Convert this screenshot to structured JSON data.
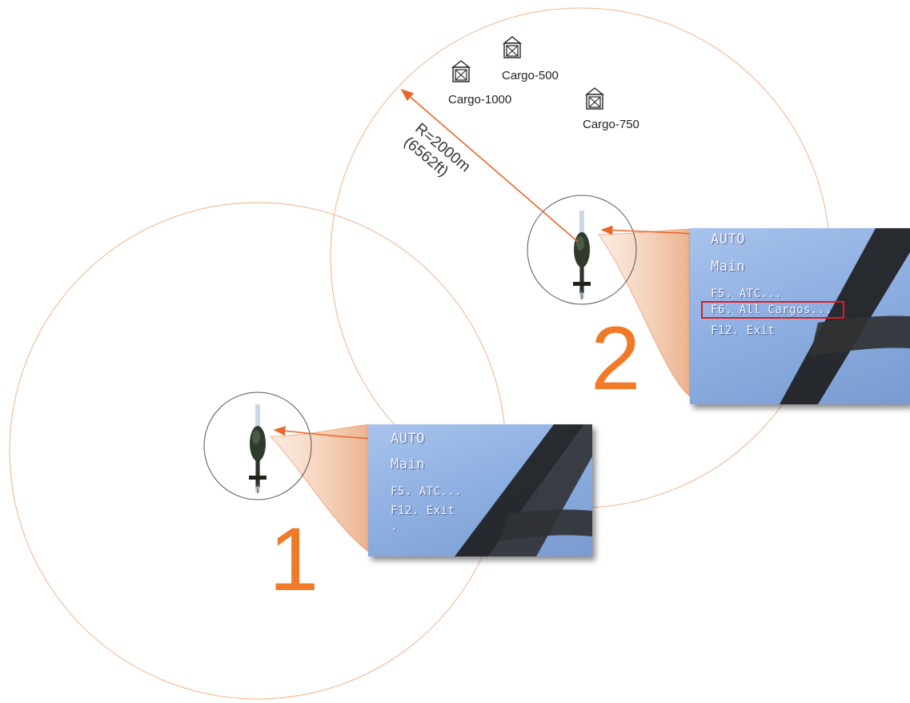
{
  "radius_label": {
    "line1": "R=2000m",
    "line2": "(6562ft)"
  },
  "cargos": [
    {
      "label": "Cargo-500",
      "icon": "cargo-crate-icon"
    },
    {
      "label": "Cargo-1000",
      "icon": "cargo-crate-icon"
    },
    {
      "label": "Cargo-750",
      "icon": "cargo-crate-icon"
    }
  ],
  "step1": {
    "number": "1",
    "menu": {
      "title": "AUTO",
      "header": "Main",
      "items": [
        "F5. ATC...",
        "F12. Exit",
        "."
      ]
    }
  },
  "step2": {
    "number": "2",
    "menu": {
      "title": "AUTO",
      "header": "Main",
      "items": [
        "F5. ATC...",
        "F6. All Cargos...",
        "F12. Exit"
      ],
      "highlighted_item": "F6. All Cargos..."
    }
  },
  "colors": {
    "circle_stroke": "#f0b48c",
    "arrow": "#e8662a",
    "step_number": "#f07a2a",
    "highlight": "#e11b1b"
  }
}
